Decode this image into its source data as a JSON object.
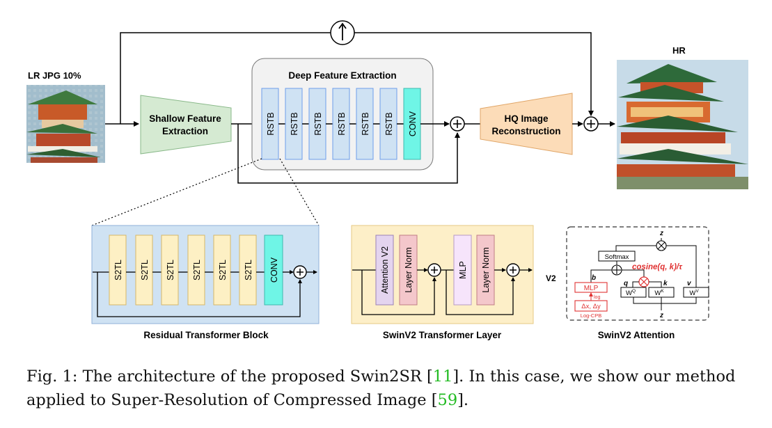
{
  "labels": {
    "lr": "LR  JPG 10%",
    "hr": "HR",
    "deep_title": "Deep Feature Extraction",
    "shallow_line1": "Shallow Feature",
    "shallow_line2": "Extraction",
    "hq_line1": "HQ Image",
    "hq_line2": "Reconstruction",
    "rstb": "RSTB",
    "conv": "CONV",
    "s2tl": "S2TL",
    "attention_v2": "Attention V2",
    "layer_norm": "Layer Norm",
    "mlp": "MLP",
    "softmax": "Softmax",
    "v2": "V2",
    "cosine": "cosine(q, k)/τ",
    "attn_mlp": "MLP",
    "log": "log",
    "delta": "Δx, Δy",
    "log_cpb": "Log-CPB",
    "b": "b",
    "q": "q",
    "k": "k",
    "v": "v",
    "z": "z",
    "wq": "W",
    "wk": "W",
    "wv": "W",
    "sup_q": "Q",
    "sup_k": "K",
    "sup_v": "V",
    "rtb_title": "Residual Transformer Block",
    "swinv2_layer_title": "SwinV2 Transformer Layer",
    "swinv2_attention_title": "SwinV2 Attention"
  },
  "caption": {
    "prefix": "Fig. 1: The architecture of the proposed Swin2SR [",
    "ref1": "11",
    "mid": "]. In this case, we show our method applied to Super-Resolution of Compressed Image [",
    "ref2": "59",
    "suffix": "]."
  },
  "colors": {
    "rstb_fill": "#cfe2f3",
    "rstb_stroke": "#6d9eeb",
    "conv_fill": "#6ff5e6",
    "shallow_fill": "#d5ead2",
    "hq_fill": "#fcdcb8",
    "rtb_panel": "#cfe2f3",
    "s2tl_fill": "#fdf0c4",
    "layer_panel": "#fdefc8",
    "attn_fill": "#e4d4ef",
    "norm_fill": "#f4c7cb",
    "red": "#e03131",
    "citation": "#22bb22"
  }
}
